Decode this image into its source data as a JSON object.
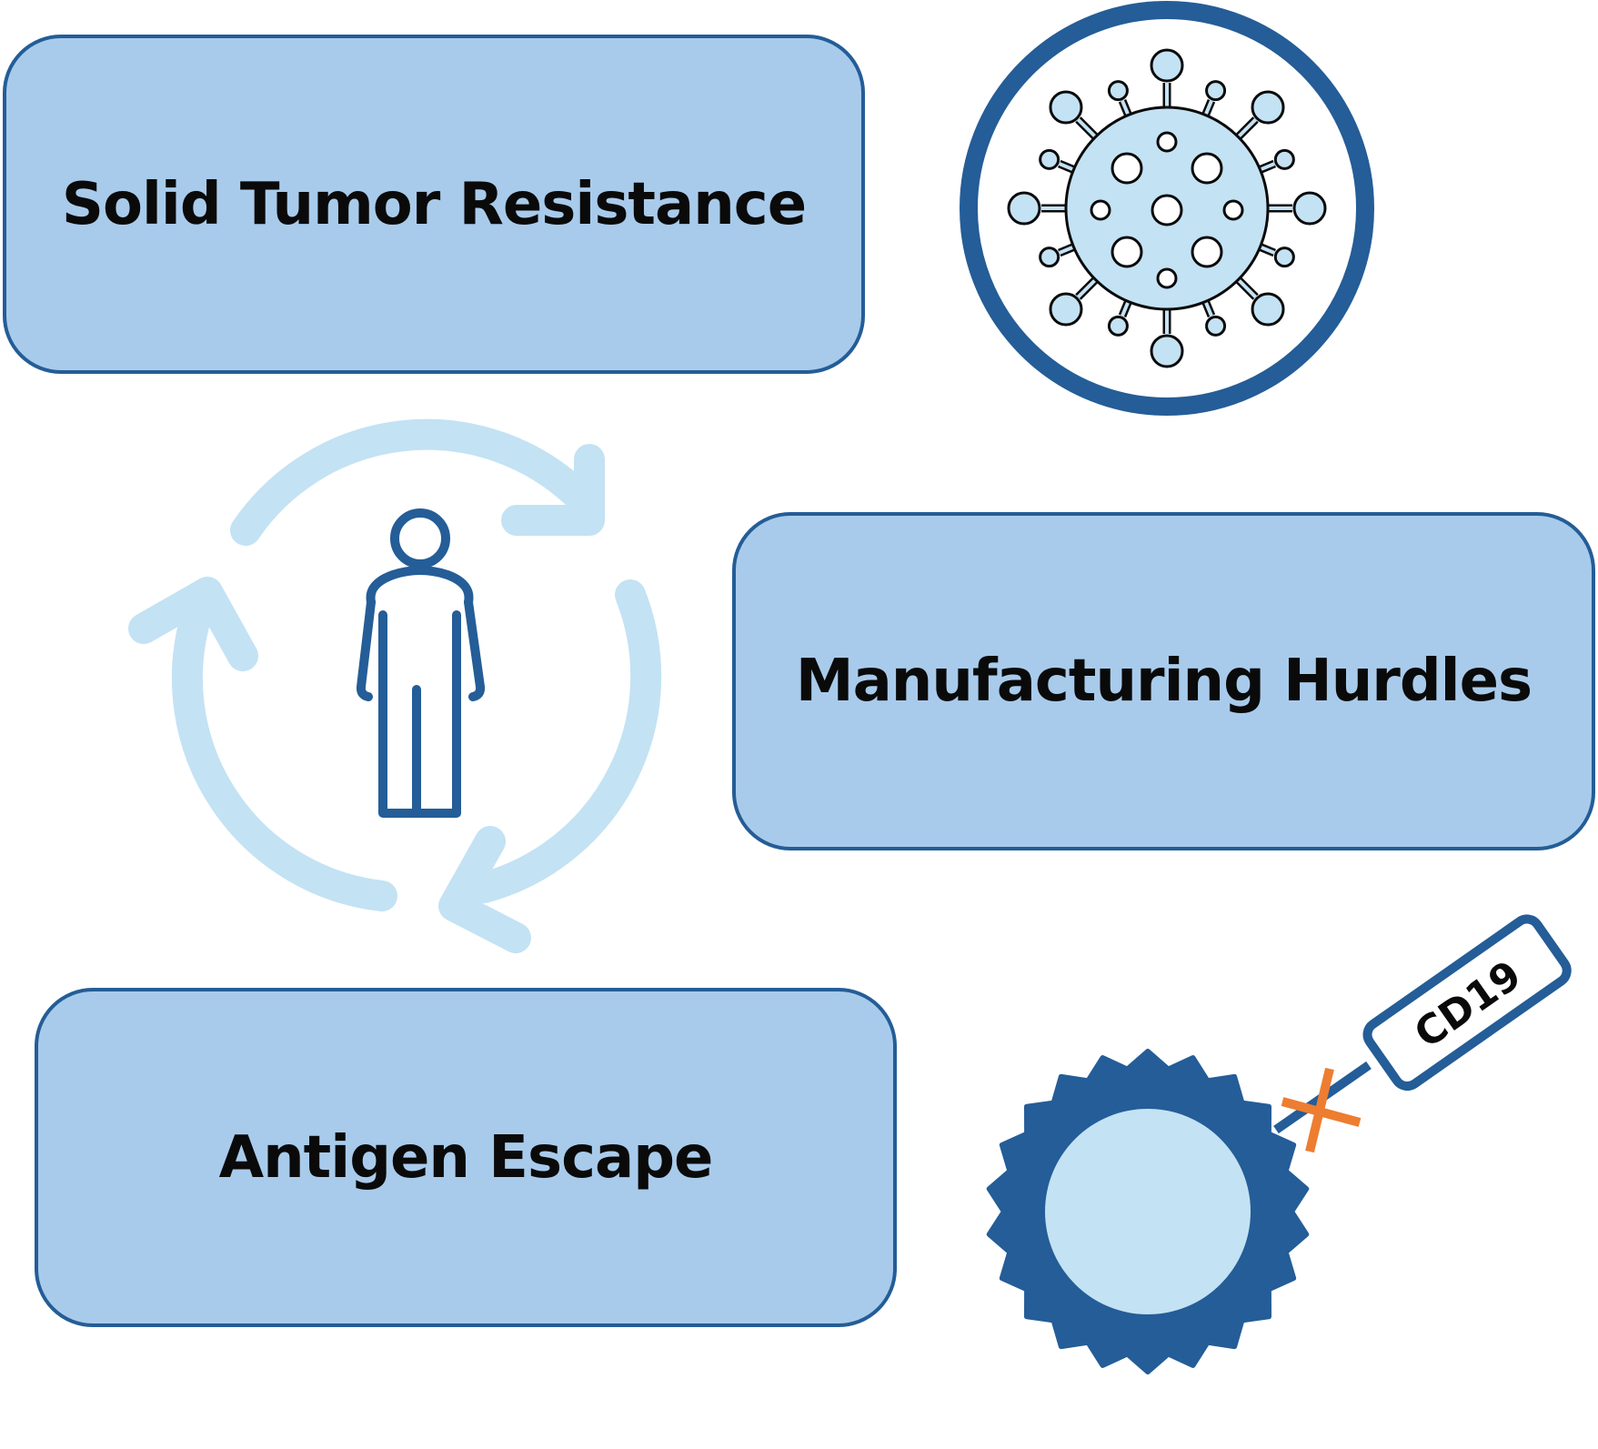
{
  "boxes": {
    "solid_tumor": {
      "label": "Solid Tumor Resistance"
    },
    "manufacturing": {
      "label": "Manufacturing Hurdles"
    },
    "antigen_escape": {
      "label": "Antigen Escape"
    }
  },
  "antigen_tag": {
    "label": "CD19"
  },
  "icons": [
    "virus-icon",
    "patient-cycle-icon",
    "person-icon",
    "tumor-cell-icon",
    "cross-mark-icon",
    "antigen-tag-icon"
  ],
  "colors": {
    "box_fill": "#a9cbeb",
    "dark_blue": "#245d97",
    "light_blue": "#c3e2f4",
    "orange": "#ed7d31",
    "text": "#0a0a0a"
  }
}
